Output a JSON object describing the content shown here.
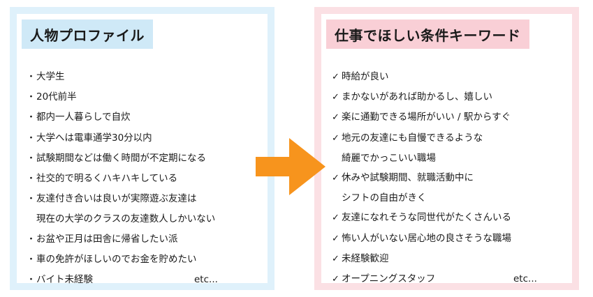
{
  "left_panel": {
    "title": "人物プロファイル",
    "bullet": "・",
    "items": [
      "大学生",
      "20代前半",
      "都内一人暮らしで自炊",
      "大学へは電車通学30分以内",
      "試験期間などは働く時間が不定期になる",
      "社交的で明るくハキハキしている",
      "友達付き合いは良いが実際遊ぶ友達は",
      "現在の大学のクラスの友達数人しかいない",
      "お盆や正月は田舎に帰省したい派",
      "車の免許がほしいのでお金を貯めたい",
      "バイト未経験"
    ],
    "etc": "etc..."
  },
  "right_panel": {
    "title": "仕事でほしい条件キーワード",
    "check": "✓",
    "items": [
      "時給が良い",
      "まかないがあれば助かるし、嬉しい",
      "楽に通勤できる場所がいい / 駅からすぐ",
      "地元の友達にも自慢できるような",
      "綺麗でかっこいい職場",
      "休みや試験期間、就職活動中に",
      "シフトの自由がきく",
      "友達になれそうな同世代がたくさんいる",
      "怖い人がいない居心地の良さそうな職場",
      "未経験歓迎",
      "オープニングスタッフ"
    ],
    "etc": "etc..."
  },
  "colors": {
    "left_border": "#dff1fb",
    "left_title_bg": "#cfe9f7",
    "right_border": "#fbe0e4",
    "right_title_bg": "#f9cfd6",
    "arrow": "#f7941d"
  }
}
